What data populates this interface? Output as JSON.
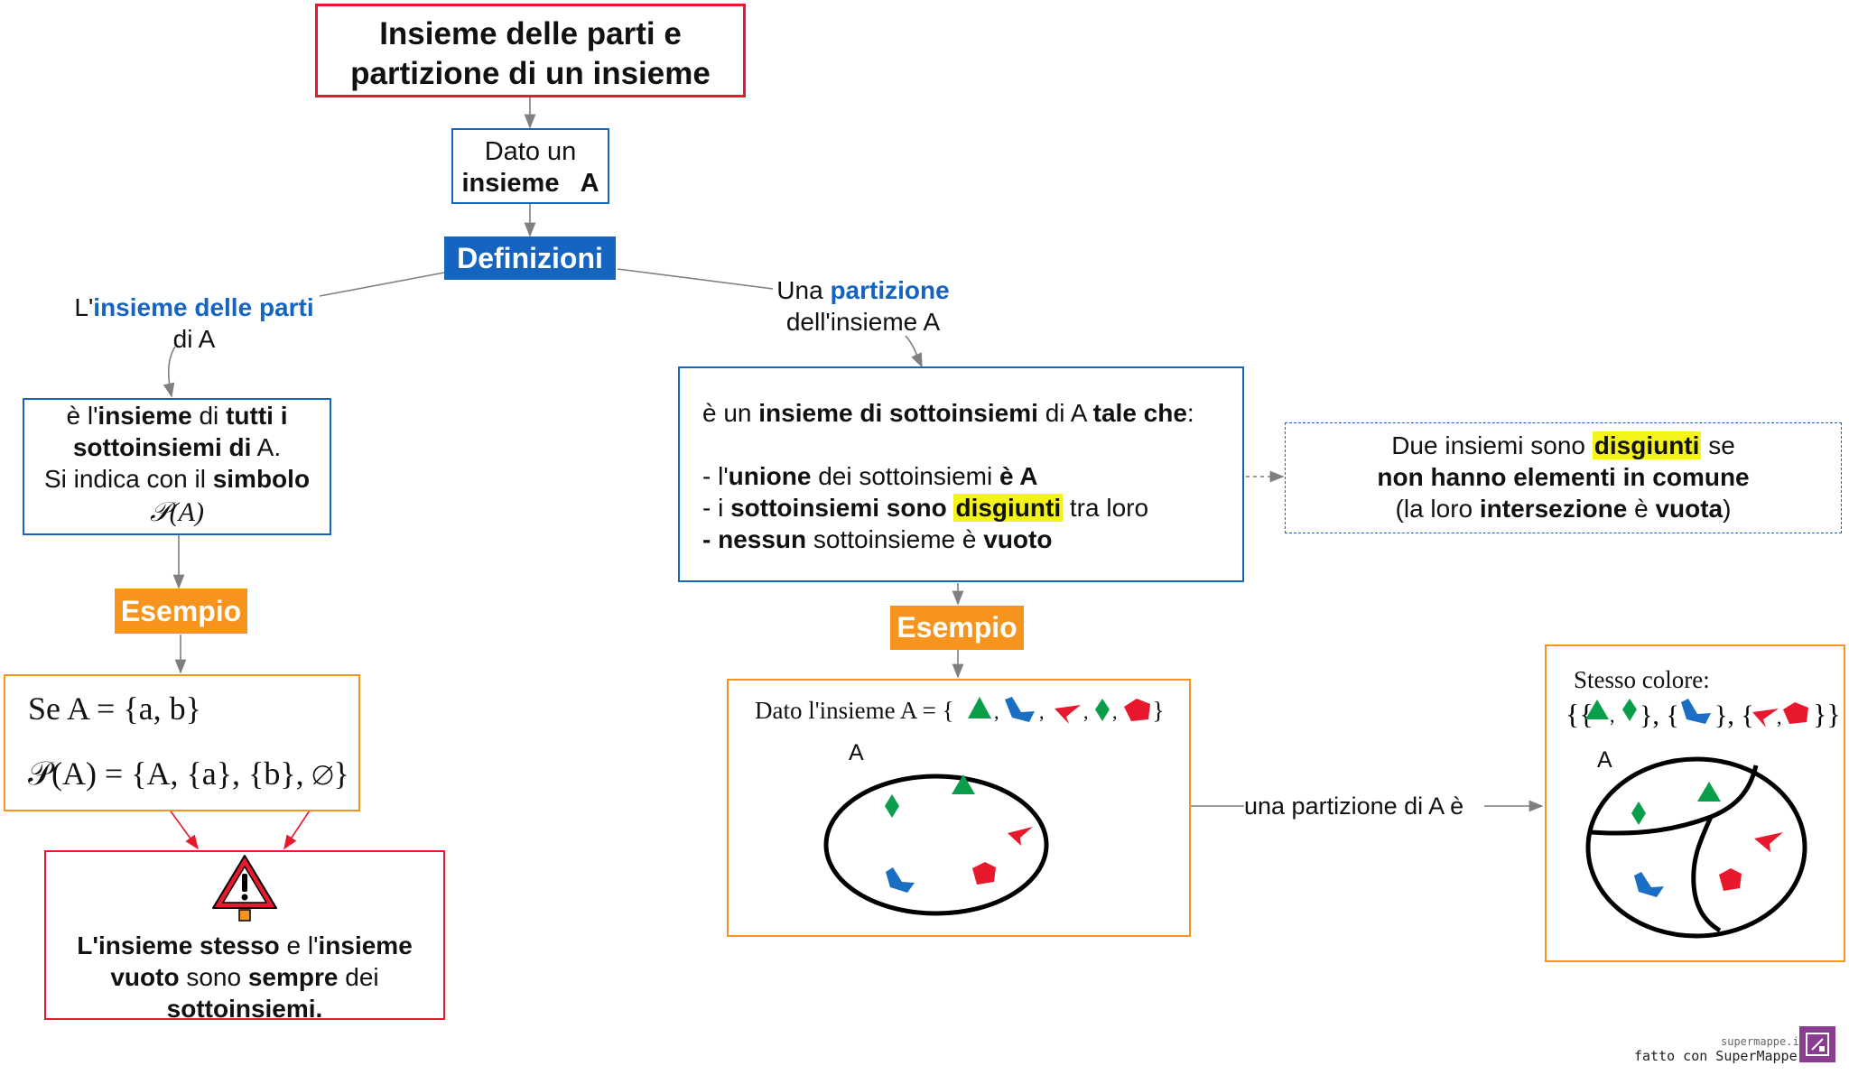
{
  "title": {
    "line1": "Insieme delle parti e",
    "line2": "partizione di un insieme"
  },
  "given": {
    "line1": "Dato un",
    "line2": "insieme   A"
  },
  "definizioni": "Definizioni",
  "parts": {
    "prefix": "L'",
    "highlight": "insieme delle parti",
    "line2": "di A"
  },
  "partition": {
    "prefix": "Una ",
    "highlight": "partizione",
    "line2": "dell'insieme A"
  },
  "parts_def": {
    "l1_a": "è l'",
    "l1_b": "insieme",
    "l1_c": " di ",
    "l1_d": "tutti i",
    "l2_a": "sottoinsiemi di",
    "l2_b": " A.",
    "l3_a": "Si indica con il ",
    "l3_b": "simbolo",
    "l4": "𝒫(A)"
  },
  "partition_def": {
    "l1_a": "è un ",
    "l1_b": "insieme di sottoinsiemi",
    "l1_c": " di A ",
    "l1_d": "tale che",
    "l1_e": ":",
    "l2_a": "- l'",
    "l2_b": "unione",
    "l2_c": " dei sottoinsiemi ",
    "l2_d": "è A",
    "l3_a": "- i ",
    "l3_b": "sottoinsiemi sono",
    "l3_c": "disgiunti",
    "l3_d": " tra loro",
    "l4_a": "- nessun",
    "l4_b": " sottoinsieme è ",
    "l4_c": "vuoto"
  },
  "disjoint_def": {
    "l1_a": "Due insiemi sono ",
    "l1_b": "disgiunti",
    "l1_c": " se",
    "l2": "non hanno elementi in comune",
    "l3_a": "(la loro ",
    "l3_b": "intersezione",
    "l3_c": " è ",
    "l3_d": "vuota",
    "l3_e": ")"
  },
  "esempio": "Esempio",
  "example_left": {
    "line1": "Se A = {a, b}",
    "line2_a": "𝒫(A) = {",
    "line2_b": "A",
    "line2_c": ", {a}, {b}, ",
    "line2_d": "∅",
    "line2_e": "}"
  },
  "warning": {
    "l1_a": "L'insieme stesso",
    "l1_b": " e l'",
    "l1_c": "insieme",
    "l2_a": "vuoto",
    "l2_b": " sono ",
    "l2_c": "sempre",
    "l2_d": " dei",
    "l3": "sottoinsiemi."
  },
  "example_right": {
    "given_a": "Dato l'insieme A = {",
    "given_b": "}",
    "set_label": "A"
  },
  "partition_arrow_label": "una partizione di A è",
  "result": {
    "line1": "Stesso colore:",
    "set_label": "A"
  },
  "footer": {
    "site": "supermappe.it",
    "made": "fatto con SuperMappe"
  },
  "colors": {
    "title_border": "#e8192c",
    "blue_box": "#1565c0",
    "orange": "#f7941d",
    "green": "#0a9e4a",
    "shape_blue": "#1a6fc4",
    "red": "#e8192c",
    "highlight": "#f4f41a"
  },
  "icons": [
    "warning-icon",
    "triangle-icon",
    "diamond-icon",
    "boot-icon",
    "flag-icon",
    "pentagon-icon",
    "supermappe-logo-icon"
  ]
}
